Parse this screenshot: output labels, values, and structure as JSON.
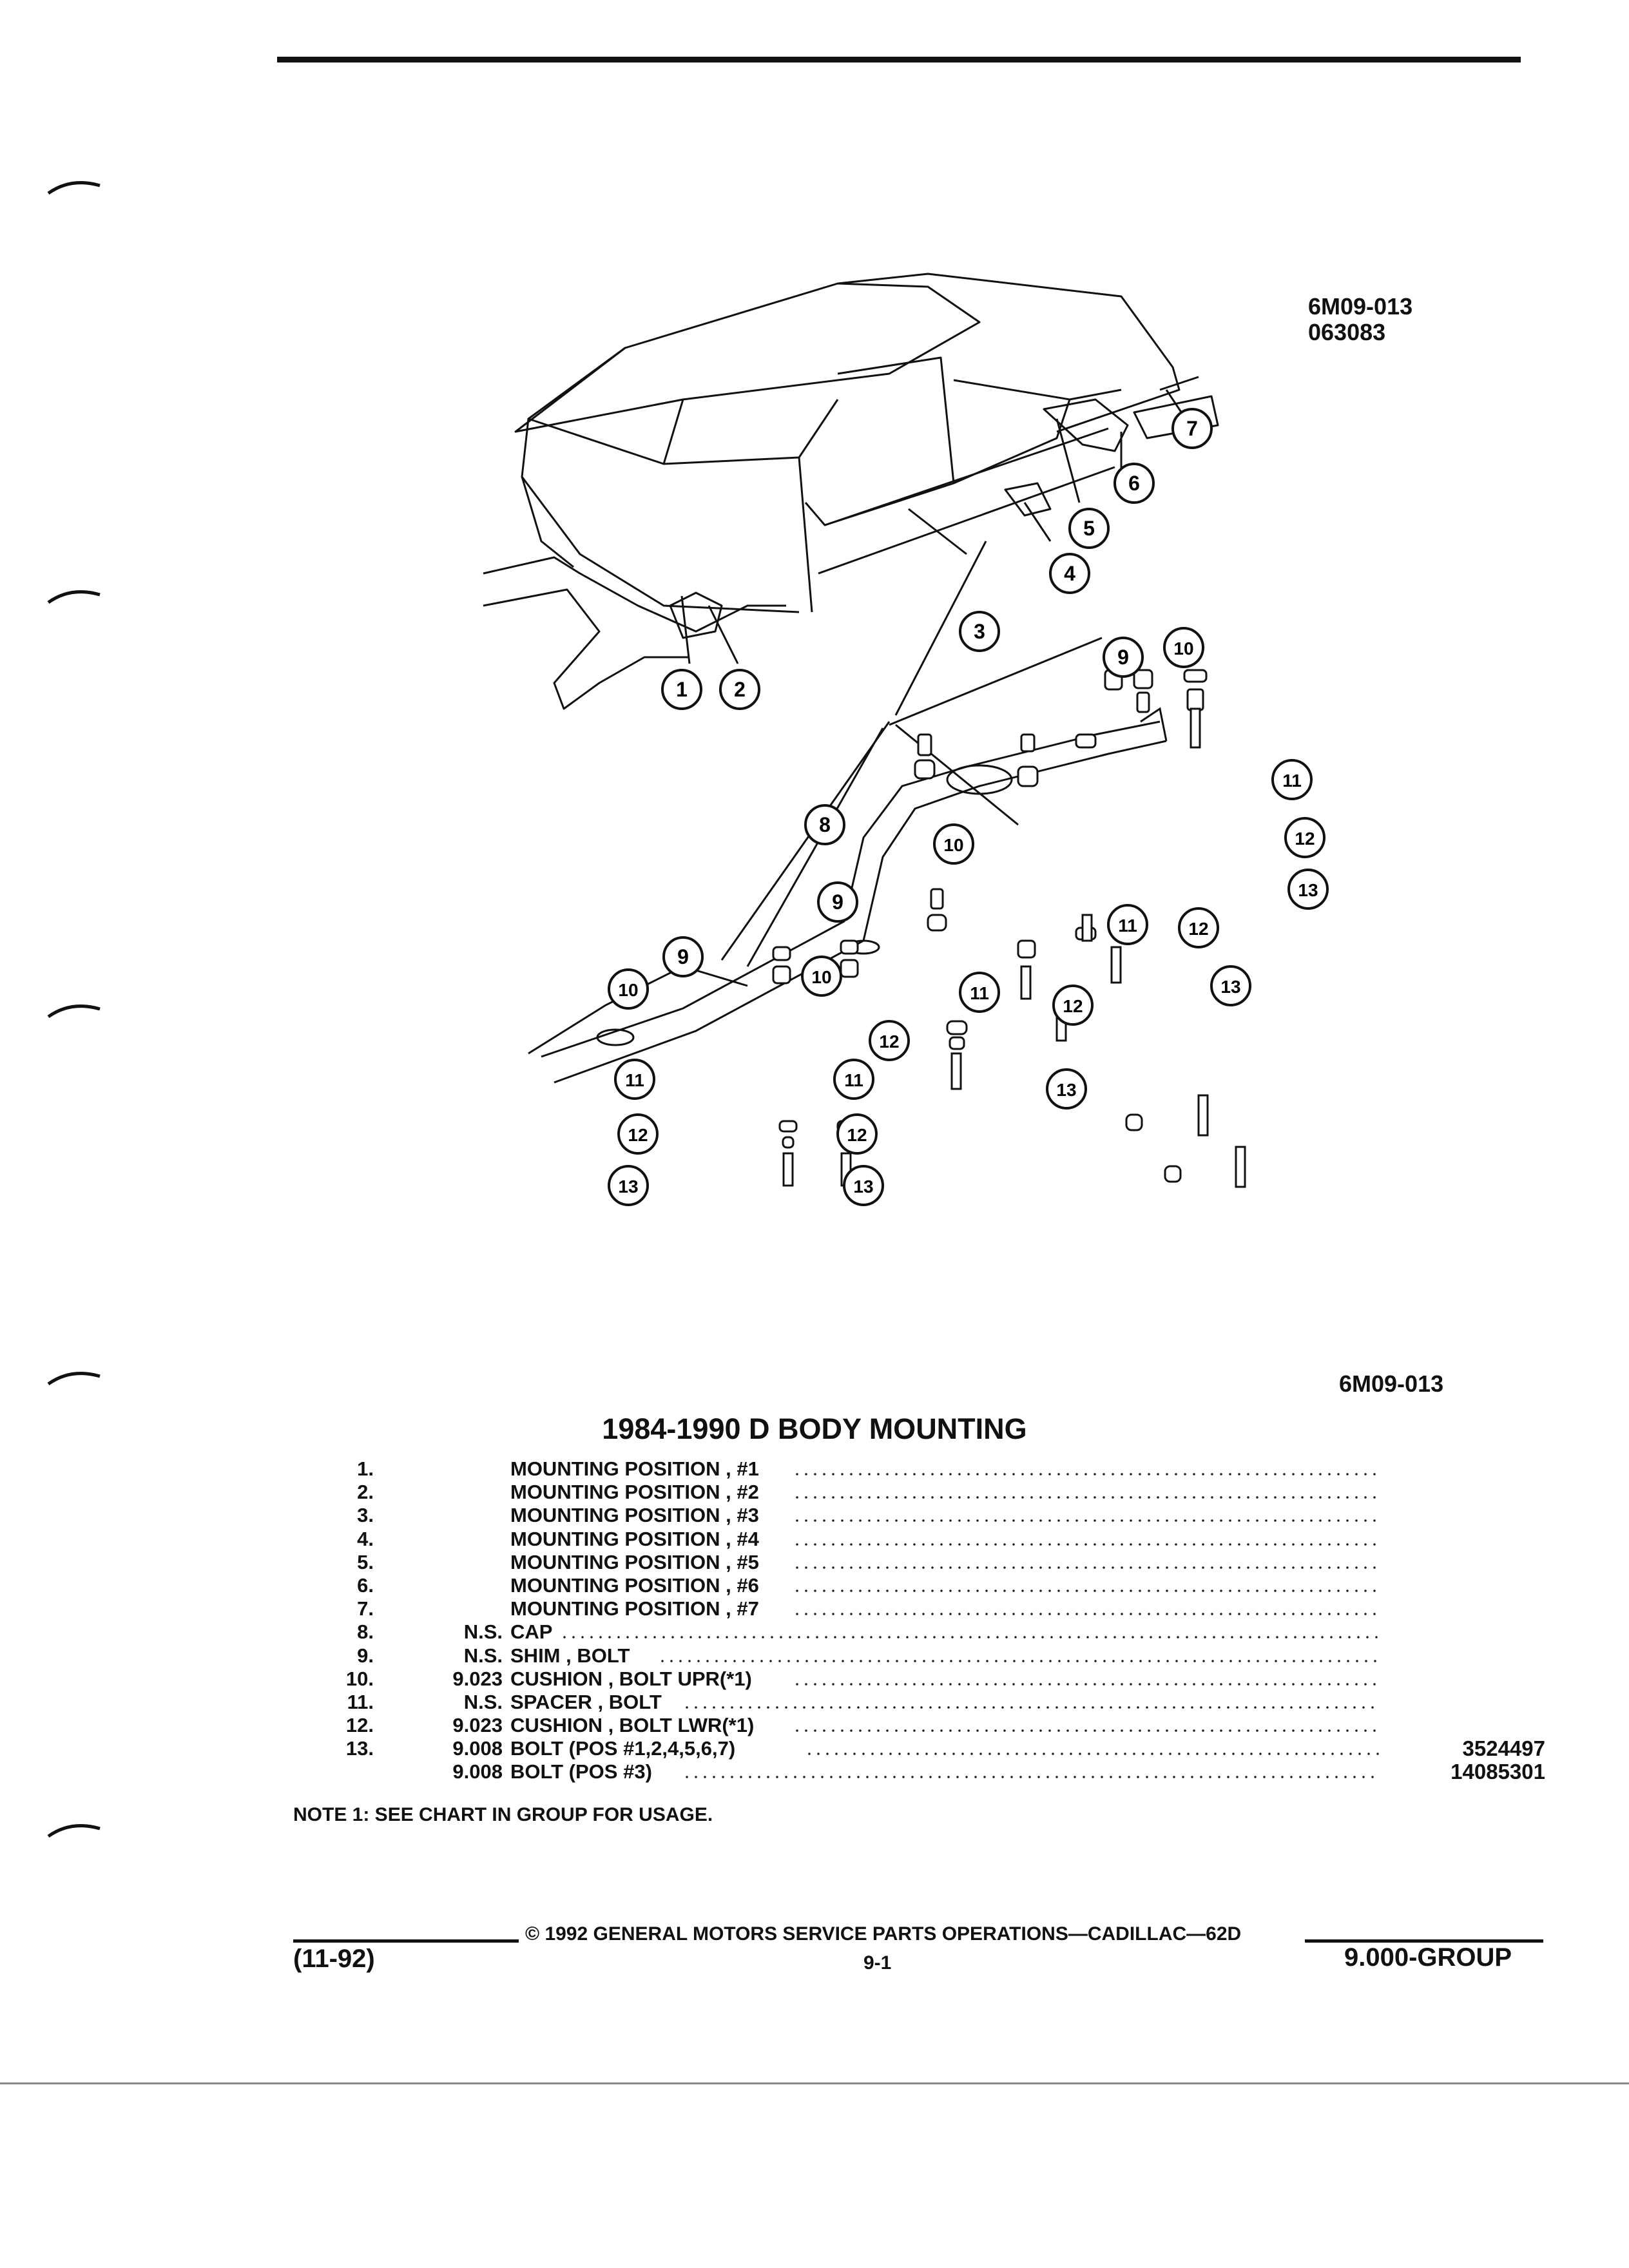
{
  "figure": {
    "code": "6M09-013",
    "date_code": "063083",
    "code_lower": "6M09-013"
  },
  "callouts": [
    "1",
    "2",
    "3",
    "4",
    "5",
    "6",
    "7",
    "8",
    "9",
    "10",
    "11",
    "12",
    "13"
  ],
  "title": "1984-1990 D BODY MOUNTING",
  "parts": [
    {
      "num": "1.",
      "ref": "",
      "desc": "MOUNTING POSITION , #1",
      "pn": ""
    },
    {
      "num": "2.",
      "ref": "",
      "desc": "MOUNTING POSITION , #2",
      "pn": ""
    },
    {
      "num": "3.",
      "ref": "",
      "desc": "MOUNTING POSITION , #3",
      "pn": ""
    },
    {
      "num": "4.",
      "ref": "",
      "desc": "MOUNTING POSITION , #4",
      "pn": ""
    },
    {
      "num": "5.",
      "ref": "",
      "desc": "MOUNTING POSITION , #5",
      "pn": ""
    },
    {
      "num": "6.",
      "ref": "",
      "desc": "MOUNTING POSITION , #6",
      "pn": ""
    },
    {
      "num": "7.",
      "ref": "",
      "desc": "MOUNTING POSITION , #7",
      "pn": ""
    },
    {
      "num": "8.",
      "ref": "N.S.",
      "desc": "CAP",
      "pn": ""
    },
    {
      "num": "9.",
      "ref": "N.S.",
      "desc": "SHIM , BOLT",
      "pn": ""
    },
    {
      "num": "10.",
      "ref": "9.023",
      "desc": "CUSHION , BOLT UPR(*1)",
      "pn": ""
    },
    {
      "num": "11.",
      "ref": "N.S.",
      "desc": "SPACER , BOLT",
      "pn": ""
    },
    {
      "num": "12.",
      "ref": "9.023",
      "desc": "CUSHION , BOLT LWR(*1)",
      "pn": ""
    },
    {
      "num": "13.",
      "ref": "9.008",
      "desc": "BOLT (POS #1,2,4,5,6,7)",
      "pn": "3524497"
    },
    {
      "num": "",
      "ref": "9.008",
      "desc": "BOLT (POS #3)",
      "pn": "14085301"
    }
  ],
  "note": "NOTE 1: SEE CHART IN GROUP FOR USAGE.",
  "footer": {
    "copyright": "© 1992 GENERAL MOTORS SERVICE PARTS OPERATIONS—CADILLAC—62D",
    "date": "(11-92)",
    "page": "9-1",
    "group": "9.000-GROUP"
  }
}
